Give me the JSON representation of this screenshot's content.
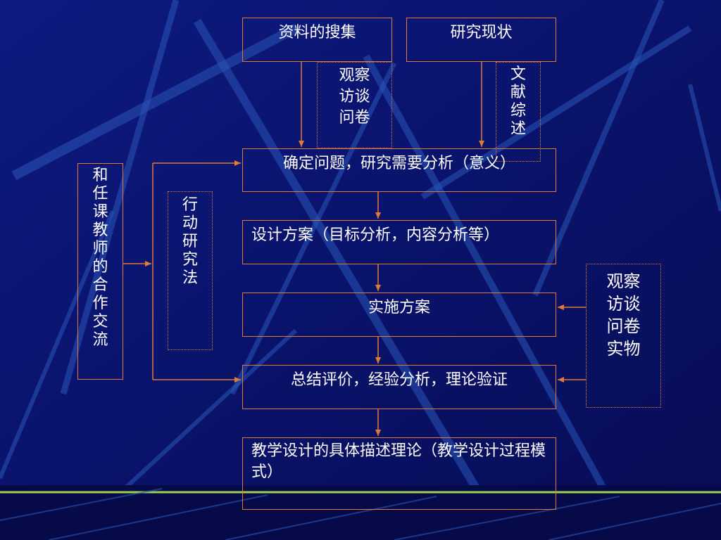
{
  "nodes": {
    "collect": "资料的搜集",
    "status": "研究现状",
    "methods_top": "观察访谈问卷",
    "review": "文献综述",
    "define": "确定问题，研究需要分析（意义）",
    "design": "设计方案（目标分析，内容分析等）",
    "implement": "实施方案",
    "summary": "总结评价，经验分析，理论验证",
    "theory": "教学设计的具体描述理论（教学设计过程模式）",
    "teachers": "和任课教师的合作交流",
    "action": "行动研究法",
    "methods_right": "观察访谈问卷实物"
  },
  "colors": {
    "line": "#e07a3a",
    "background": "#0a1166",
    "text": "#ffffff"
  }
}
